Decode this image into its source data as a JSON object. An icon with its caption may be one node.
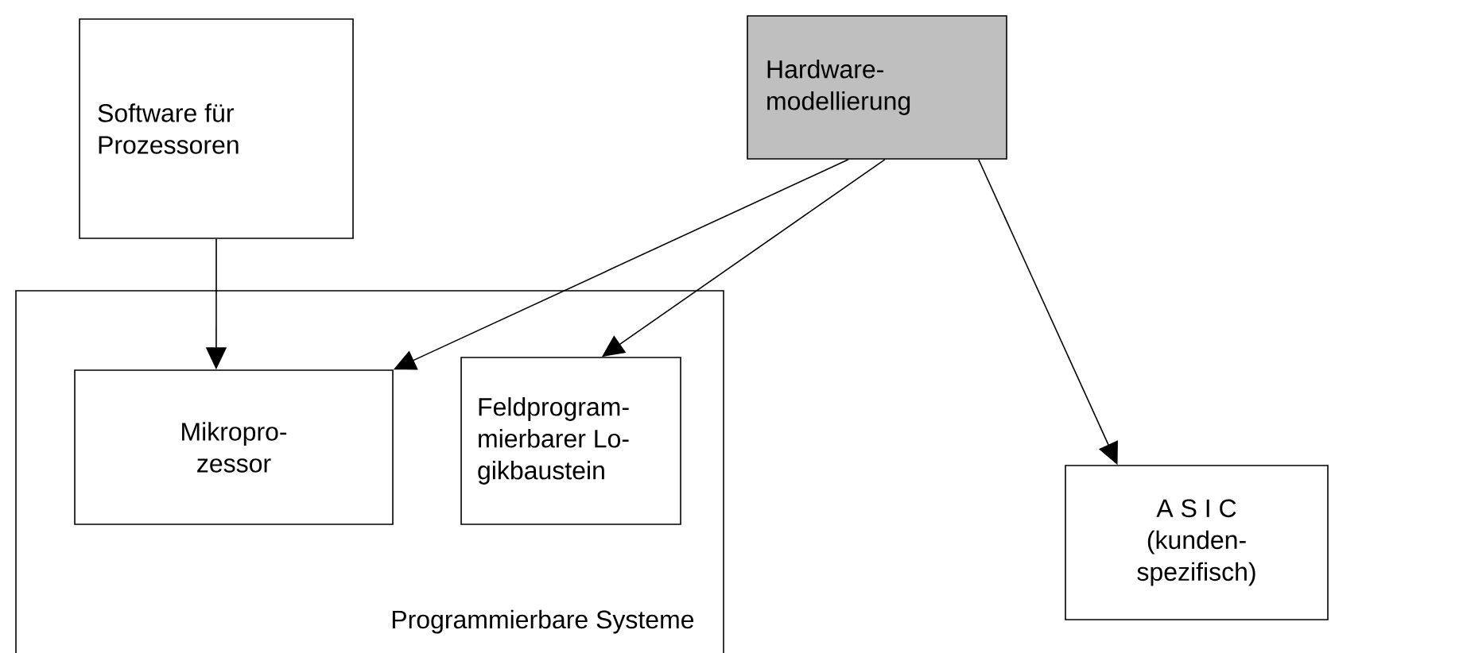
{
  "diagram": {
    "nodes": [
      {
        "text": [
          "Software für Prozessoren"
        ]
      },
      {
        "text": [
          "Hardware- modellierung"
        ]
      },
      {
        "text": [
          "Programmierbare Systeme"
        ]
      },
      {
        "text": [
          "Mikropro- zessor"
        ],
        "in": 2
      },
      {
        "text": [
          "Feldprogram- mierbarer Lo- gikbaustein"
        ],
        "in": 2
      },
      {
        "text": [
          "A S I C (kunden- spezifisch)"
        ]
      }
    ],
    "edges": [
      {
        "from": 0,
        "to": 3,
        "arrow": "to"
      },
      {
        "from": 1,
        "to": 3,
        "arrow": "to"
      },
      {
        "from": 1,
        "to": 4,
        "arrow": "to"
      },
      {
        "from": 1,
        "to": 5,
        "arrow": "to"
      }
    ]
  }
}
